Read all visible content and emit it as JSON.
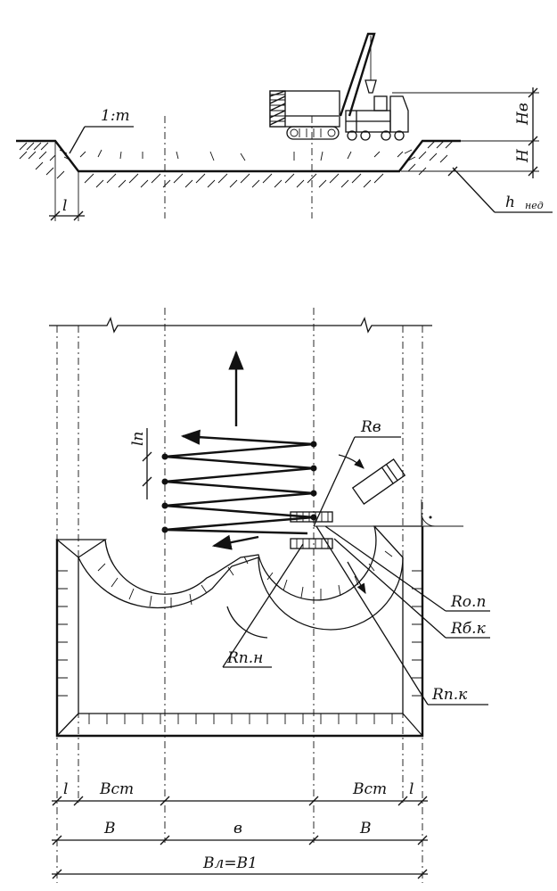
{
  "section": {
    "slope_label": "1:m",
    "dim_hv": "Hв",
    "dim_h": "H",
    "dim_l": "l",
    "dim_h_ned": "h",
    "dim_h_ned_sub": "нед"
  },
  "plan": {
    "ln_label": "ln",
    "rv_label": "Rв",
    "rop_label": "Rо.п",
    "rbk_label": "Rб.к",
    "rpk_label": "Rп.к",
    "rpn_label": "Rп.н",
    "dim_l_left": "l",
    "dim_l_right": "l",
    "dim_bst_left": "Вст",
    "dim_bst_right": "Вст",
    "dim_b_left": "В",
    "dim_b_mid": "в",
    "dim_b_right": "В",
    "dim_total": "Вл=В1"
  }
}
